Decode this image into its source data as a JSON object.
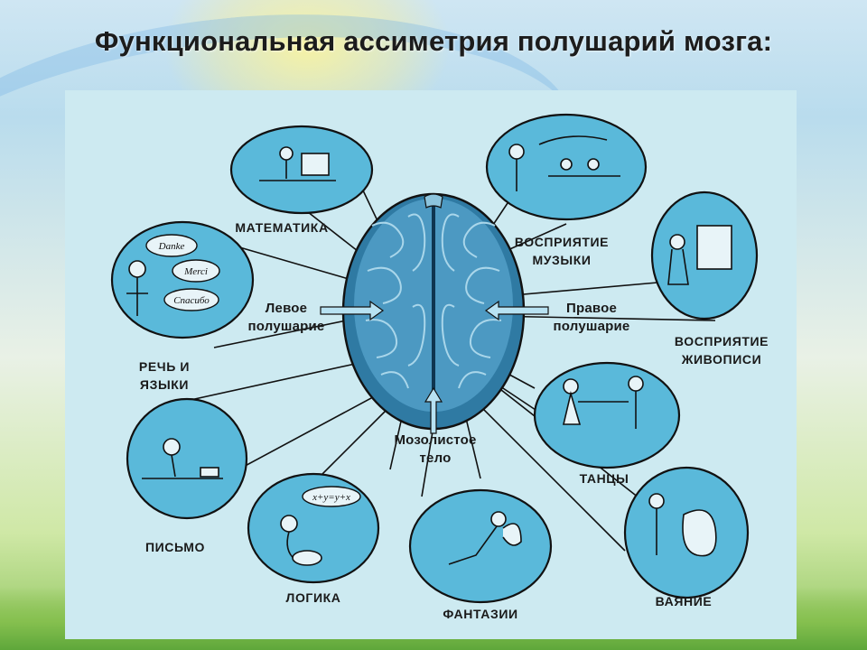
{
  "title": "Функциональная ассиметрия полушарий мозга:",
  "diagram": {
    "brain_labels": {
      "left": [
        "Левое",
        "полушарие"
      ],
      "right": [
        "Правое",
        "полушарие"
      ],
      "corpus": [
        "Мозолистое",
        "тело"
      ]
    },
    "functions": {
      "math": "МАТЕМАТИКА",
      "speech": [
        "РЕЧЬ И",
        "ЯЗЫКИ"
      ],
      "writing": "ПИСЬМО",
      "logic": "ЛОГИКА",
      "fantasy": "ФАНТАЗИИ",
      "music": [
        "ВОСПРИЯТИЕ",
        "МУЗЫКИ"
      ],
      "painting": [
        "ВОСПРИЯТИЕ",
        "ЖИВОПИСИ"
      ],
      "dance": "ТАНЦЫ",
      "sculpture": "ВАЯНИЕ"
    },
    "bubble_words": [
      "Danke",
      "Merci",
      "Спасибо"
    ],
    "formula": "x+y=y+x"
  },
  "colors": {
    "bubble_fill": "#5ab9da",
    "brain_fill": "#3d88b0",
    "outline": "#111111",
    "panel": "#cdeaf1"
  }
}
